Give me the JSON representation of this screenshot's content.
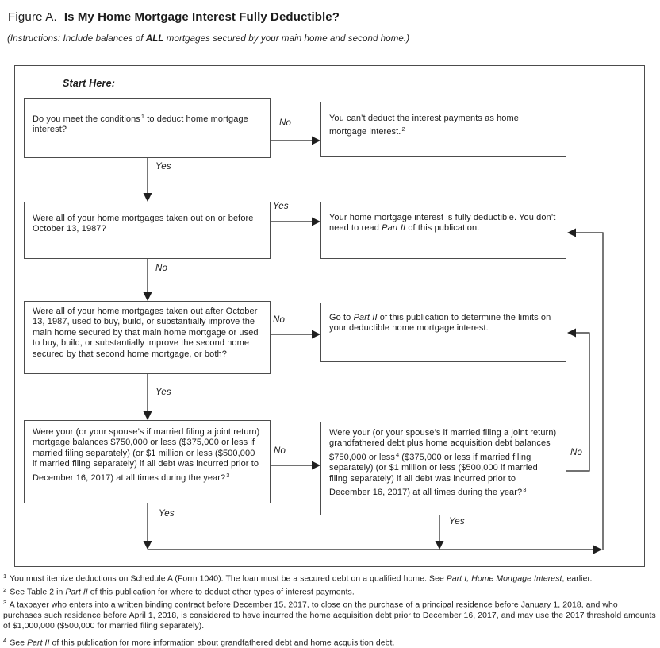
{
  "colors": {
    "line": "#1f1f1f",
    "box_border": "#4c4c4c",
    "text": "#1c1c1c",
    "background": "#ffffff"
  },
  "header": {
    "figure_label": "Figure A.",
    "figure_title": "Is My Home Mortgage Interest Fully Deductible?",
    "instructions_pre": "(Instructions: Include balances of ",
    "instructions_emph": "ALL",
    "instructions_post": " mortgages secured by your main home and second home.)"
  },
  "flow": {
    "start_here": "Start Here:",
    "labels": {
      "yes": "Yes",
      "no": "No"
    },
    "q1": {
      "t1": "Do you meet the conditions",
      "sup1": "1",
      "t2": " to deduct home mortgage interest?"
    },
    "a1": {
      "t1": "You can’t deduct the interest payments as home mortgage interest.",
      "sup1": "2"
    },
    "q2": {
      "t1": "Were all of your home mortgages taken out on or before October 13, 1987?"
    },
    "a2": {
      "t1": "Your home mortgage interest is fully deductible. You don’t need to read ",
      "i1": "Part II",
      "t2": " of this publication."
    },
    "q3": {
      "t1": "Were all of your home mortgages taken out after October 13, 1987, used to buy, build, or substantially improve the main home secured by that main home mortgage or used to buy, build, or substantially improve the second home secured by that second home mortgage, or both?"
    },
    "a3": {
      "t1": "Go to ",
      "i1": "Part II",
      "t2": " of this publication to determine the limits on your deductible home mortgage interest."
    },
    "q4": {
      "t1": "Were your (or your spouse’s if married filing a joint return) mortgage balances $750,000 or less ($375,000 or less if married filing separately) (or $1 million or less ($500,000 if married filing separately) if all debt was incurred prior to December 16, 2017) at all times during the year?",
      "sup1": "3"
    },
    "q5": {
      "t1": "Were your (or your spouse’s if married filing a joint return) grandfathered debt plus home acquisition debt balances $750,000 or less",
      "sup1": "4",
      "t2": " ($375,000 or less if married filing separately) (or $1 million or less ($500,000 if married filing separately) if all debt was incurred prior to December 16, 2017) at all times during the year?",
      "sup2": "3"
    }
  },
  "footnotes": {
    "f1": {
      "sup": "1",
      "t1": " You must itemize deductions on Schedule A (Form 1040). The loan must be a secured debt on a qualified home. See ",
      "i1": "Part I, Home Mortgage Interest",
      "t2": ", earlier."
    },
    "f2": {
      "sup": "2",
      "t1": " See Table 2 in ",
      "i1": "Part II",
      "t2": " of this publication for where to deduct other types of interest payments."
    },
    "f3": {
      "sup": "3",
      "t1": " A taxpayer who enters into a written binding contract before December 15, 2017, to close on the purchase of a principal residence before January 1, 2018, and who purchases such residence before April 1, 2018, is considered to have incurred the home acquisition debt prior to December 16, 2017, and may use the 2017 threshold amounts of $1,000,000 ($500,000 for married filing separately)."
    },
    "f4": {
      "sup": "4",
      "t1": " See ",
      "i1": "Part II",
      "t2": " of this publication for more information about grandfathered debt and home acquisition debt."
    }
  }
}
